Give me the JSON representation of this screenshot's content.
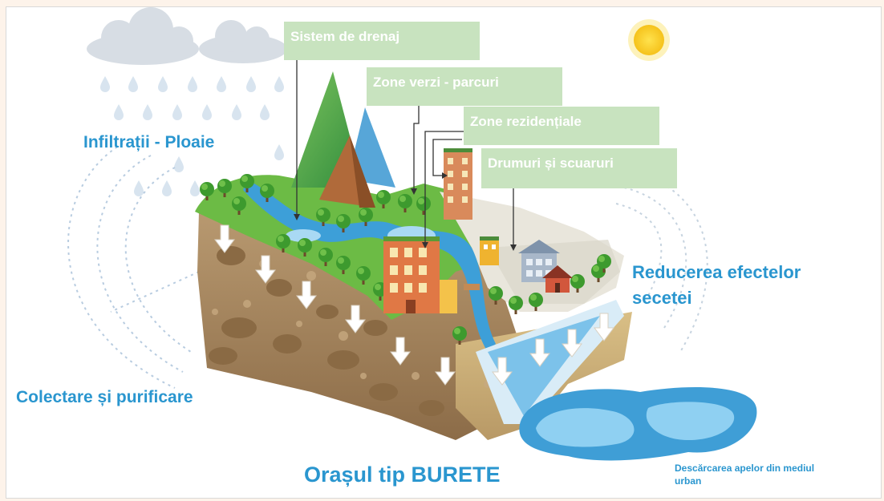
{
  "title": "Orașul tip BURETE",
  "callouts": {
    "drainage": "Sistem de drenaj",
    "green_zones": "Zone verzi - parcuri",
    "residential": "Zone rezidențiale",
    "roads": "Drumuri și scuaruri"
  },
  "side_labels": {
    "infiltration": "Infiltrații - Ploaie",
    "collection": "Colectare și purificare",
    "drought_line1": "Reducerea efectelor",
    "drought_line2": "secetei",
    "discharge_line1": "Descărcarea apelor din mediul",
    "discharge_line2": "urban"
  },
  "colors": {
    "label_blue": "#2a96cf",
    "callout_green": "#c8e3bf",
    "water": "#3d9fd8",
    "soil": "#9c7c55"
  },
  "icons": [
    "cloud-icon",
    "sun-icon",
    "raindrop-icon",
    "tree-icon",
    "building-icon",
    "house-icon",
    "arrow-down-icon"
  ]
}
